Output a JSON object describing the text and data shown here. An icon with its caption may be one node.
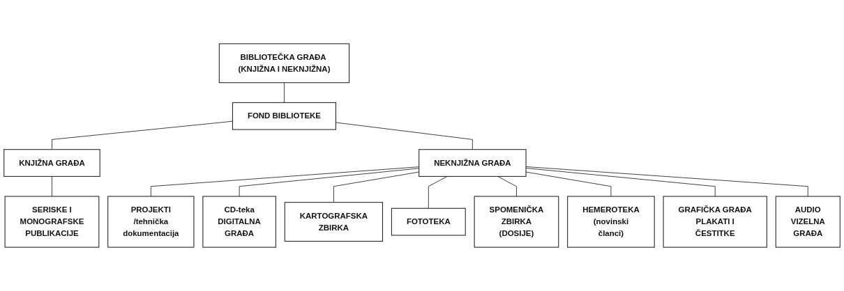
{
  "diagram": {
    "nodes": [
      {
        "text": [
          "BIBLIOTEČKA GRAĐA (KNJIŽNA I NEKNJIŽNA)"
        ]
      },
      {
        "text": [
          "FOND BIBLIOTEKE"
        ]
      },
      {
        "text": [
          "KNJIŽNA GRAĐA"
        ]
      },
      {
        "text": [
          "NEKNJIŽNA GRAĐA"
        ]
      },
      {
        "text": [
          "SERISKE I MONOGRAFSKE PUBLIKACIJE"
        ]
      },
      {
        "text": [
          "PROJEKTI /tehnička dokumentacija"
        ]
      },
      {
        "text": [
          "CD-teka DIGITALNA GRAĐA"
        ]
      },
      {
        "text": [
          "KARTOGRAFSKA ZBIRKA"
        ]
      },
      {
        "text": [
          "FOTOTEKA"
        ]
      },
      {
        "text": [
          "SPOMENIČKA ZBIRKA (DOSIJE)"
        ]
      },
      {
        "text": [
          "HEMEROTEKA (novinski članci)"
        ]
      },
      {
        "text": [
          "GRAFIČKA GRAĐA PLAKATI I ČESTITKE"
        ]
      },
      {
        "text": [
          "AUDIO VIZELNA GRAĐA"
        ]
      }
    ],
    "edges": [
      {
        "from": 0,
        "to": 1,
        "arrow": "none"
      },
      {
        "from": 1,
        "to": 2,
        "arrow": "none"
      },
      {
        "from": 1,
        "to": 3,
        "arrow": "none"
      },
      {
        "from": 2,
        "to": 4,
        "arrow": "none"
      },
      {
        "from": 3,
        "to": 5,
        "arrow": "none"
      },
      {
        "from": 3,
        "to": 6,
        "arrow": "none"
      },
      {
        "from": 3,
        "to": 7,
        "arrow": "none"
      },
      {
        "from": 3,
        "to": 8,
        "arrow": "none"
      },
      {
        "from": 3,
        "to": 9,
        "arrow": "none"
      },
      {
        "from": 3,
        "to": 10,
        "arrow": "none"
      },
      {
        "from": 3,
        "to": 11,
        "arrow": "none"
      },
      {
        "from": 3,
        "to": 12,
        "arrow": "none"
      }
    ]
  }
}
